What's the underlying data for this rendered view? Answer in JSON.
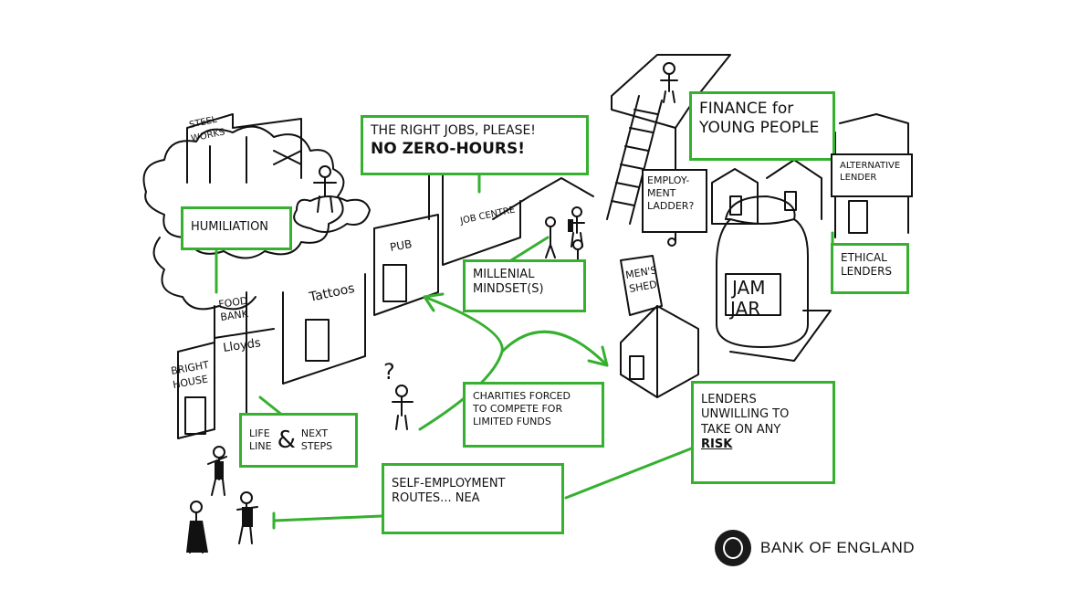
{
  "boxes": {
    "right_jobs": [
      "THE RIGHT JOBS, PLEASE!",
      "NO ZERO-HOURS!"
    ],
    "humiliation": "HUMILIATION",
    "finance": [
      "FINANCE for",
      "YOUNG PEOPLE"
    ],
    "alternative_lender": [
      "ALTERNATIVE",
      "LENDER"
    ],
    "ethical_lenders": [
      "ETHICAL",
      "LENDERS"
    ],
    "millenial": [
      "MILLENIAL",
      "MINDSET(S)"
    ],
    "charities": [
      "CHARITIES FORCED",
      "TO COMPETE FOR",
      "LIMITED FUNDS"
    ],
    "lenders_unwilling": [
      "LENDERS",
      "UNWILLING to",
      "TAKE ON ANY",
      "RISK"
    ],
    "lifeline": [
      "LIFE",
      "LINE",
      "&",
      "NEXT",
      "STEPS"
    ],
    "self_employment": [
      "SELF-EMPLOYMENT",
      "ROUTES... NEA"
    ]
  },
  "sketch_labels": {
    "steel_works": [
      "STEEL",
      "WORKS"
    ],
    "food_bank": [
      "FOOD",
      "BANK"
    ],
    "lloyds": "Lloyds",
    "bright_house": [
      "BRIGHT",
      "HOUSE"
    ],
    "tattoos": "Tattoos",
    "pub": "PUB",
    "job_centre": "JOB CENTRE",
    "employment_ladder": [
      "EMPLOY-",
      "MENT",
      "LADDER?"
    ],
    "mens_shed": [
      "MEN'S",
      "SHED"
    ],
    "jam_jar": [
      "JAM",
      "JAR"
    ],
    "question_mark": "?"
  },
  "logo": {
    "text": "BANK OF ENGLAND"
  },
  "colors": {
    "accent_green": "#35b02f",
    "ink": "#111111",
    "background": "#ffffff"
  }
}
